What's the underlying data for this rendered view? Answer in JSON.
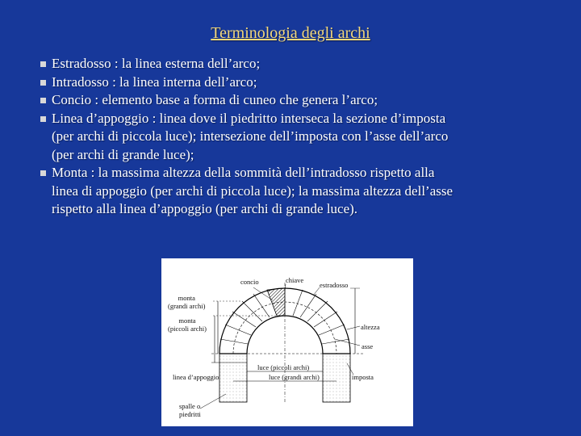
{
  "title": "Terminologia degli archi",
  "bullets": [
    "Estradosso : la linea esterna dell’arco;",
    "Intradosso : la linea interna dell’arco;",
    "Concio : elemento base a forma di cuneo che genera l’arco;",
    "Linea d’appoggio : linea dove il piedritto interseca la sezione d’imposta\n(per archi di piccola luce); intersezione dell’imposta con l’asse dell’arco\n(per archi di grande luce);",
    " Monta : la massima altezza della sommità dell’intradosso rispetto alla\nlinea di appoggio (per archi di piccola luce); la massima altezza dell’asse\nrispetto alla linea d’appoggio (per archi di grande luce)."
  ],
  "figure": {
    "concio": "concio",
    "chiave": "chiave",
    "estradosso": "estradosso",
    "monta_grandi": "monta\n(grandi archi)",
    "monta_piccoli": "monta\n(piccoli archi)",
    "altezza": "altezza",
    "asse": "asse",
    "luce_piccoli": "luce (piccoli archi)",
    "luce_grandi": "luce (grandi archi)",
    "linea_appoggio": "linea d’appoggio",
    "imposta": "imposta",
    "spalle": "spalle o\npiedritti"
  },
  "colors": {
    "background": "#17389a",
    "title": "#f4d97c",
    "text": "#ffffff"
  }
}
